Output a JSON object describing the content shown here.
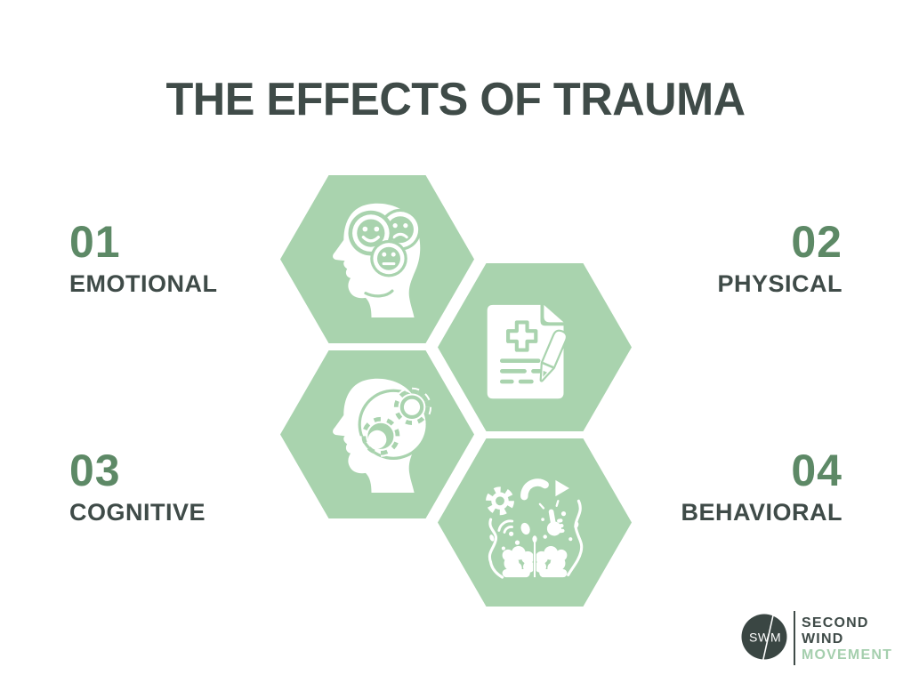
{
  "title": "THE EFFECTS OF TRAUMA",
  "items": [
    {
      "number": "01",
      "label": "EMOTIONAL",
      "icon": "head-emotions-icon",
      "position": "top-left"
    },
    {
      "number": "02",
      "label": "PHYSICAL",
      "icon": "medical-report-icon",
      "position": "top-right"
    },
    {
      "number": "03",
      "label": "COGNITIVE",
      "icon": "head-gears-icon",
      "position": "bottom-left"
    },
    {
      "number": "04",
      "label": "BEHAVIORAL",
      "icon": "brain-activity-icon",
      "position": "bottom-right"
    }
  ],
  "logo": {
    "monogram_left": "SW",
    "monogram_right": "M",
    "name_line1": "SECOND",
    "name_line2": "WIND",
    "name_line3": "MOVEMENT"
  },
  "colors": {
    "background": "#ffffff",
    "hexagon_green": "#a9d3ae",
    "number_green": "#5d8966",
    "heading_dark": "#3f4b48",
    "logo_circle_dark": "#3a4643",
    "logo_movement_green": "#a5cfae"
  }
}
